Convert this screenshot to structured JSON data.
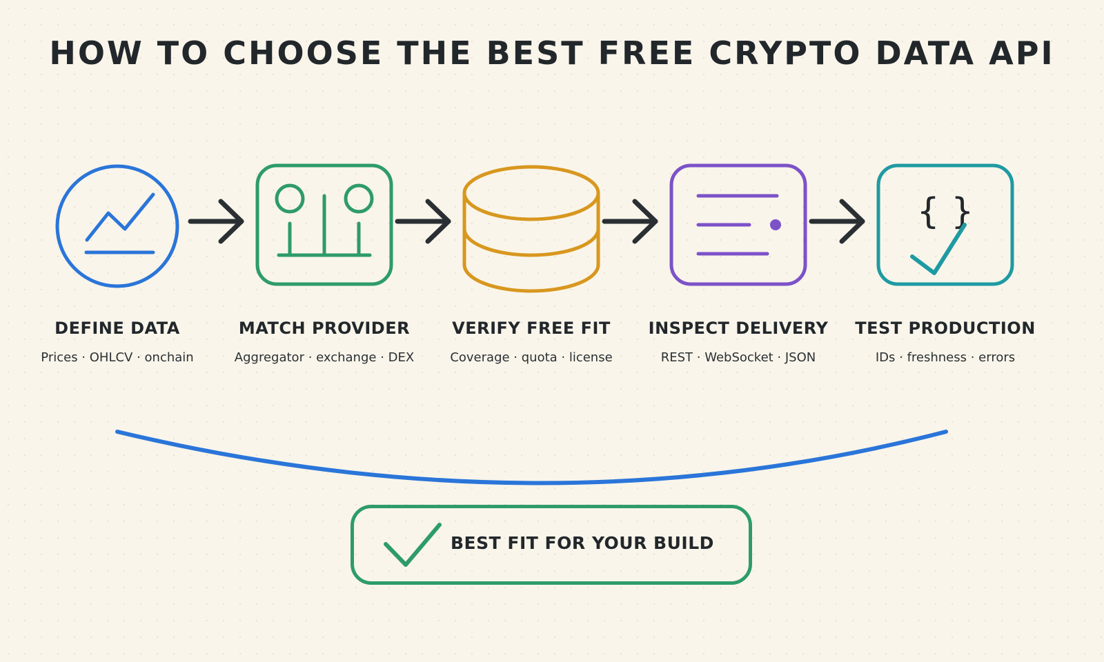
{
  "title": "HOW TO CHOOSE THE BEST FREE CRYPTO DATA API",
  "steps": [
    {
      "label": "DEFINE DATA",
      "sub": "Prices · OHLCV · onchain",
      "icon": "line-chart-icon",
      "color": "#2a75d9"
    },
    {
      "label": "MATCH PROVIDER",
      "sub": "Aggregator · exchange · DEX",
      "icon": "sliders-icon",
      "color": "#2e9b6b"
    },
    {
      "label": "VERIFY FREE FIT",
      "sub": "Coverage · quota · license",
      "icon": "database-icon",
      "color": "#d8971f"
    },
    {
      "label": "INSPECT DELIVERY",
      "sub": "REST · WebSocket · JSON",
      "icon": "document-lines-icon",
      "color": "#7c52c9"
    },
    {
      "label": "TEST PRODUCTION",
      "sub": "IDs · freshness · errors",
      "icon": "braces-check-icon",
      "color": "#1f9aa3",
      "glyph": "{ }"
    }
  ],
  "arrow_color": "#2a2f33",
  "result": {
    "label": "BEST FIT FOR YOUR BUILD",
    "icon": "checkmark-icon",
    "color": "#2e9b6b"
  },
  "curve_color": "#2a75d9"
}
